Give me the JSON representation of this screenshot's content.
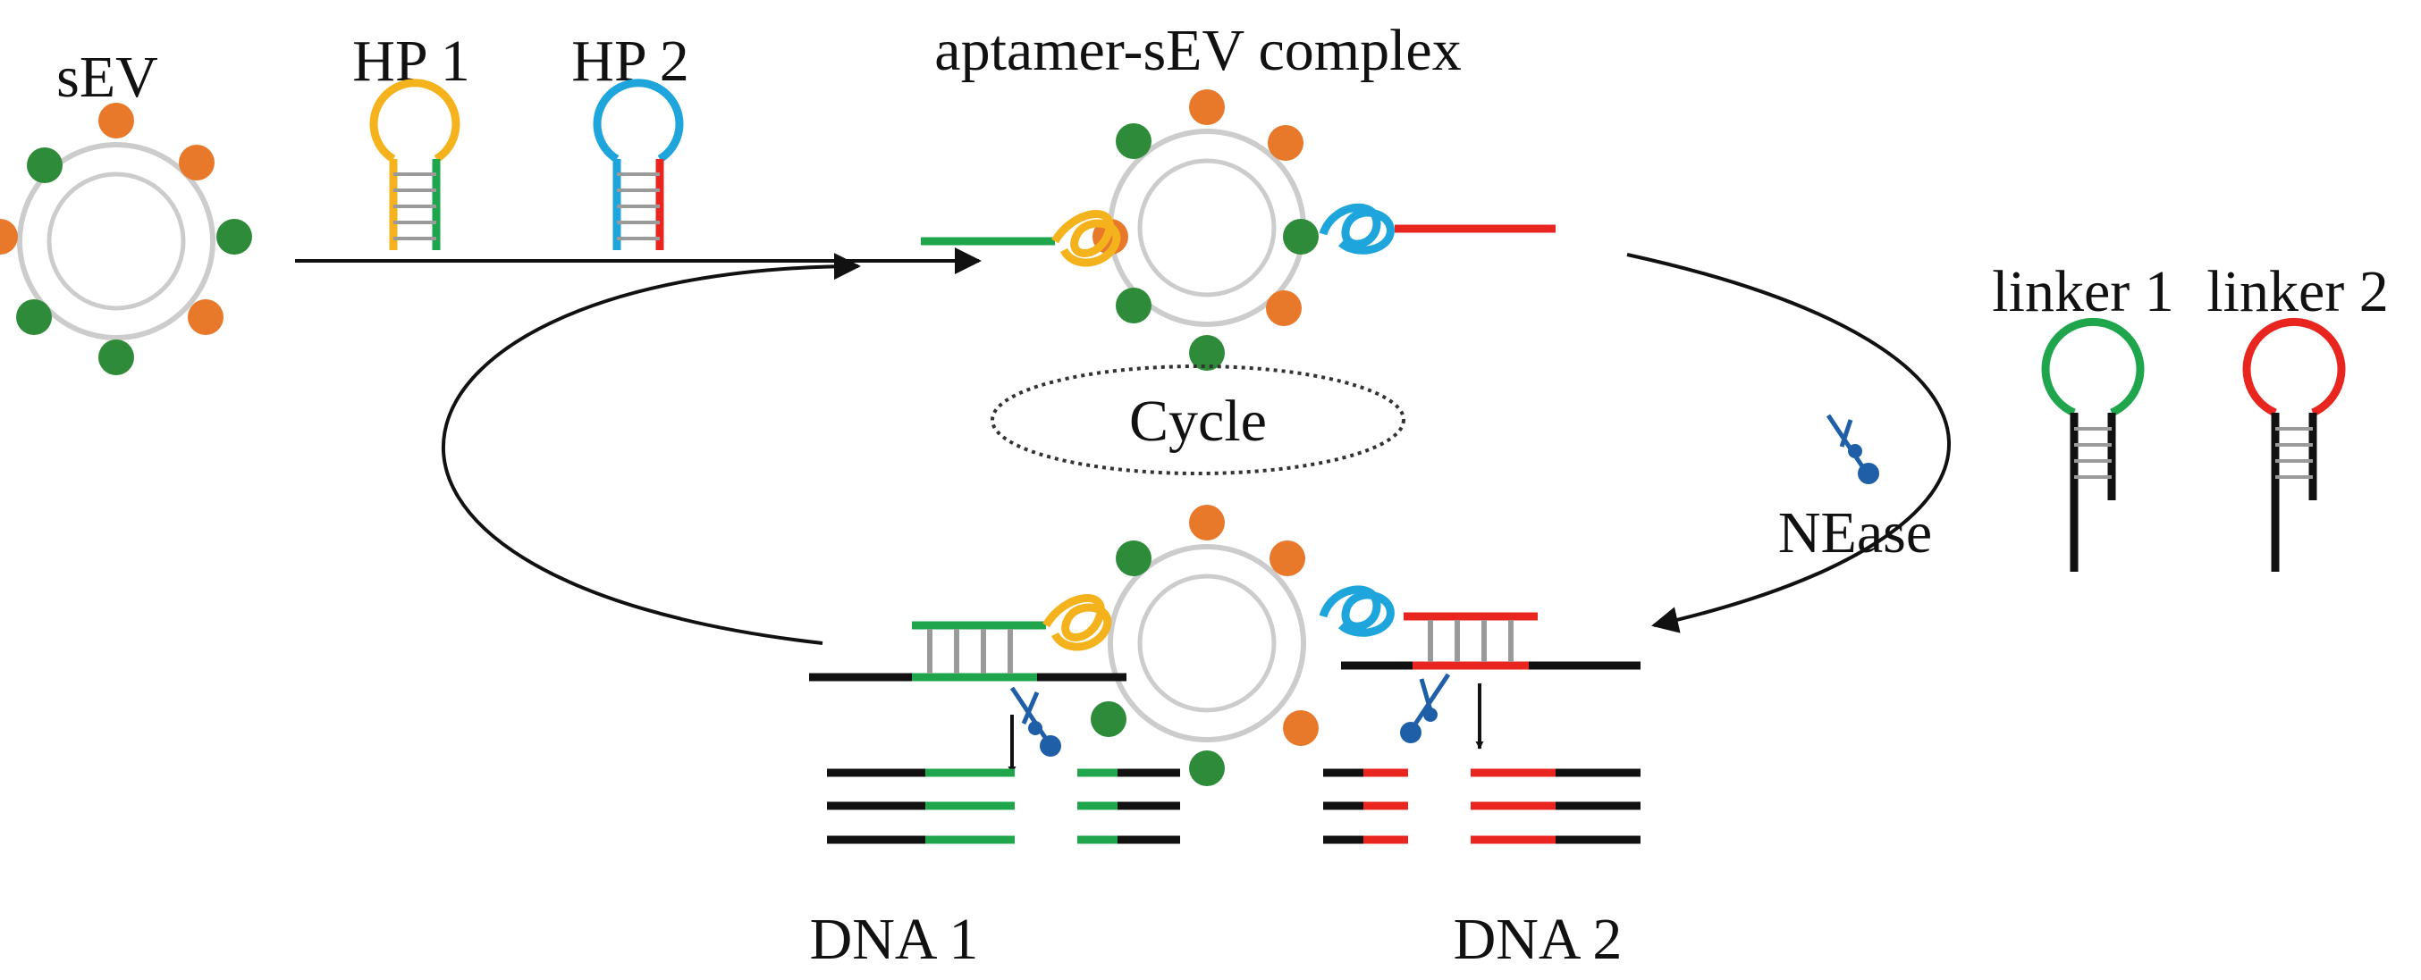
{
  "labels": {
    "sev": "sEV",
    "hp1": "HP 1",
    "hp2": "HP 2",
    "aptamer_complex": "aptamer-sEV complex",
    "linker1": "linker 1",
    "linker2": "linker 2",
    "cycle": "Cycle",
    "nease": "NEase",
    "dna1": "DNA 1",
    "dna2": "DNA 2"
  },
  "colors": {
    "green": "#1fa64c",
    "orange": "#e8782a",
    "dark_green": "#2e8b3a",
    "yellow": "#f4b21c",
    "cyan": "#1ea6dc",
    "red": "#e8261f",
    "black": "#111111",
    "gray": "#cccccc",
    "rung": "#9a9a9a",
    "scissors_blue": "#1f5fa8"
  },
  "icons": [
    "vesicle-icon",
    "receptor-icon",
    "hairpin-icon",
    "aptamer-icon",
    "scissors-icon",
    "arrow-icon"
  ]
}
